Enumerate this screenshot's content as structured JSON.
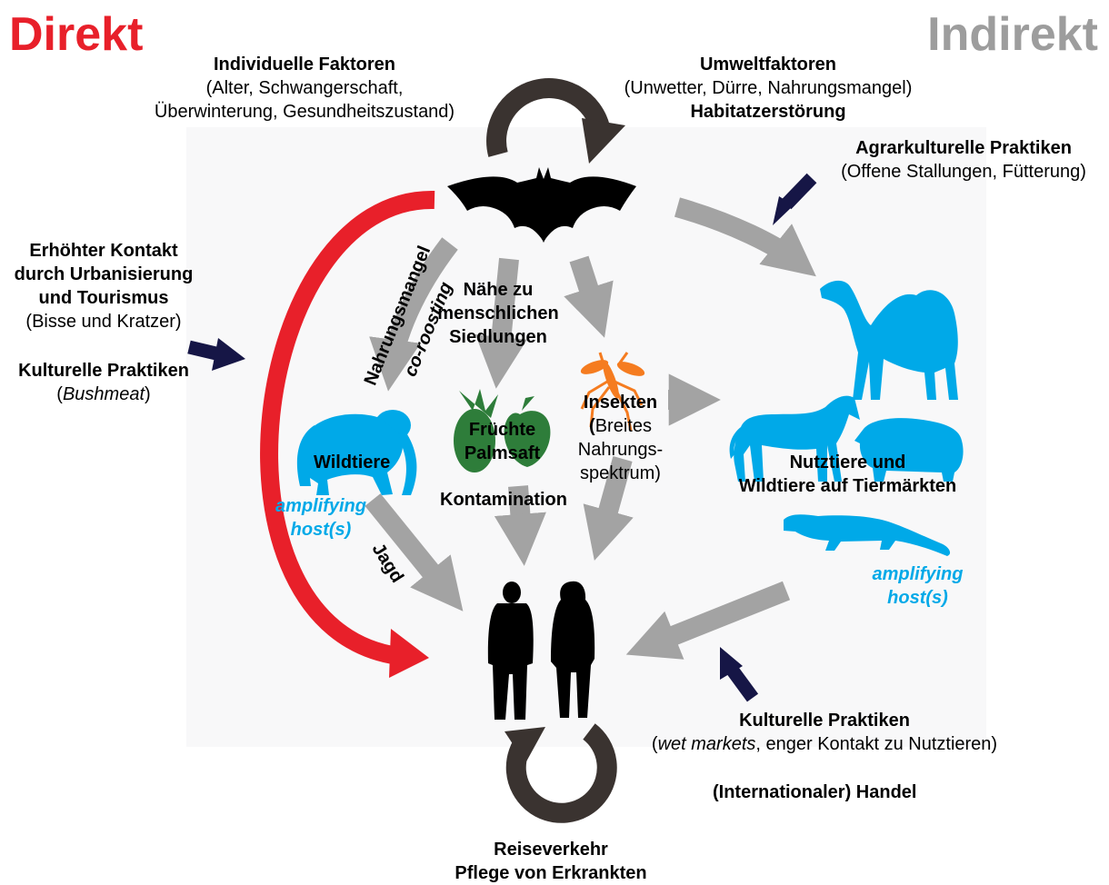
{
  "headers": {
    "direct": "Direkt",
    "indirect": "Indirekt"
  },
  "colors": {
    "direct": "#e8202a",
    "indirect": "#9d9d9d",
    "animal": "#00a9e8",
    "fruit": "#2e7d3a",
    "insect": "#f57c20",
    "cycle": "#3a3330",
    "navy": "#161646",
    "flow": "#a3a3a3"
  },
  "top_left": {
    "title": "Individuelle Faktoren",
    "line1": "(Alter, Schwangerschaft,",
    "line2": "Überwinterung, Gesundheitszustand)"
  },
  "top_right": {
    "title": "Umweltfaktoren",
    "line1": "(Unwetter, Dürre, Nahrungsmangel)",
    "line2": "Habitatzerstörung"
  },
  "agrar": {
    "title": "Agrarkulturelle Praktiken",
    "line1": "(Offene Stallungen, Fütterung)"
  },
  "left_block": {
    "l1": "Erhöhter Kontakt",
    "l2": "durch Urbanisierung",
    "l3": "und Tourismus",
    "l4": "(Bisse und Kratzer)",
    "k_title": "Kulturelle Praktiken",
    "k_open": "(",
    "k_italic": "Bushmeat",
    "k_close": ")"
  },
  "arrow_labels": {
    "nahrungsmangel": "Nahrungsmangel",
    "coroosting": "co-roosting",
    "jagd": "Jagd"
  },
  "naehe": {
    "l1": "Nähe zu",
    "l2": "menschlichen",
    "l3": "Siedlungen"
  },
  "wildtiere": "Wildtiere",
  "amplifying_left": {
    "l1": "amplifying",
    "l2": "host(s)"
  },
  "fruechte": {
    "l1": "Früchte",
    "l2": "Palmsaft"
  },
  "kontamination": "Kontamination",
  "insekten": {
    "l1": "Insekten",
    "l2a": "(",
    "l2b": "Breites",
    "l3": "Nahrungs-",
    "l4": "spektrum)"
  },
  "nutztiere": {
    "l1": "Nutztiere und",
    "l2": "Wildtiere auf Tiermärkten"
  },
  "amplifying_right": {
    "l1": "amplifying",
    "l2": "host(s)"
  },
  "kulturelle_right": {
    "title": "Kulturelle Praktiken",
    "open": "(",
    "italic": "wet markets",
    "rest": ", enger Kontakt zu Nutztieren)"
  },
  "handel": "(Internationaler) Handel",
  "bottom": {
    "l1": "Reiseverkehr",
    "l2": "Pflege von Erkrankten"
  },
  "icons": [
    "bat-icon",
    "monkey-icon",
    "fruit-icon",
    "mosquito-icon",
    "camel-icon",
    "horse-icon",
    "pig-icon",
    "civet-icon",
    "humans-icon"
  ]
}
